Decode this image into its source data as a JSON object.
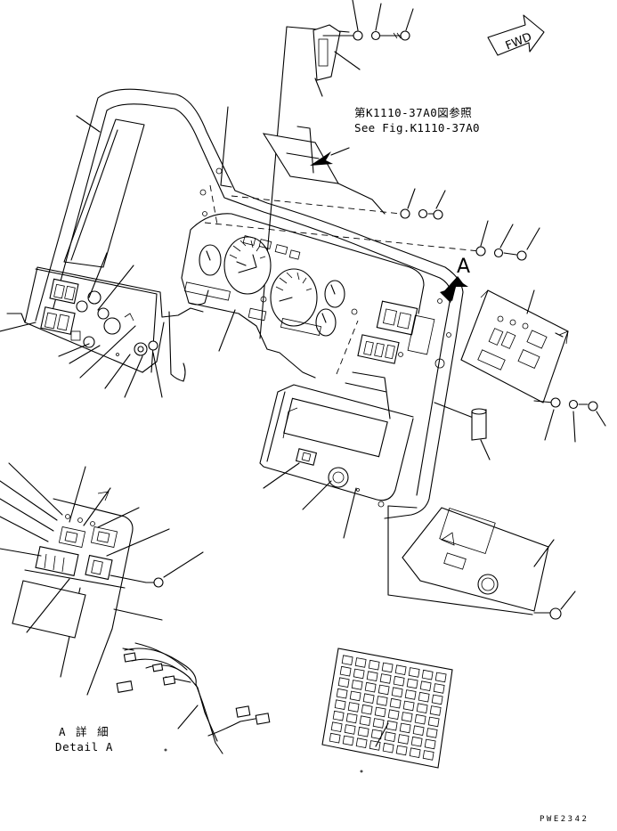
{
  "reference_note": {
    "japanese": "第K1110-37A0図参照",
    "english": "See Fig.K1110-37A0"
  },
  "detail_caption": {
    "japanese": "A 詳 細",
    "english": "Detail A"
  },
  "view_marker": "A",
  "direction_marker": "FWD",
  "drawing_code": "PWE2342",
  "icons": [
    "forward-arrow-icon",
    "view-direction-arrow-icon",
    "screw-icon",
    "washer-icon",
    "gauge-icon"
  ]
}
